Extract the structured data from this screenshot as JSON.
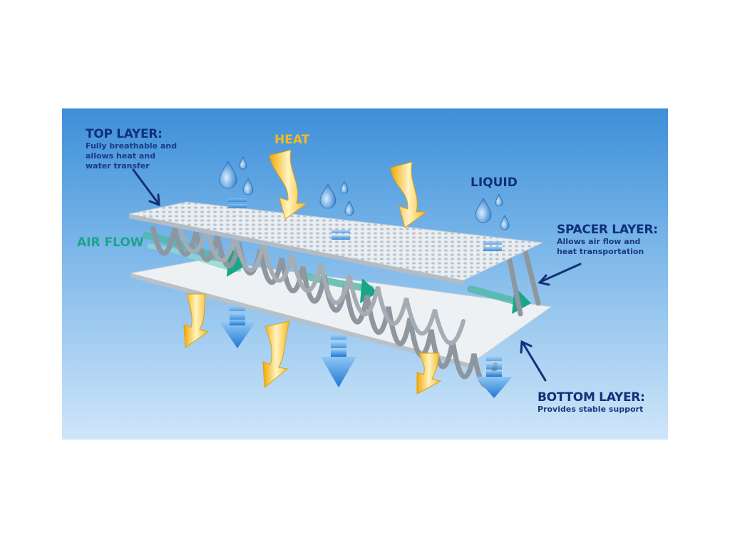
{
  "labels": {
    "top_layer": {
      "title": "TOP LAYER:",
      "description": "Fully breathable and allows heat and water transfer"
    },
    "spacer_layer": {
      "title": "SPACER LAYER:",
      "description": "Allows air flow and heat transportation"
    },
    "bottom_layer": {
      "title": "BOTTOM LAYER:",
      "description": "Provides stable support"
    },
    "heat": "HEAT",
    "liquid": "LIQUID",
    "air_flow": "AIR FLOW"
  },
  "colors": {
    "label_navy": "#11307a",
    "heat_yellow": "#f5b820",
    "air_flow_teal": "#1aa58a",
    "water_blue": "#2a7fd6"
  }
}
